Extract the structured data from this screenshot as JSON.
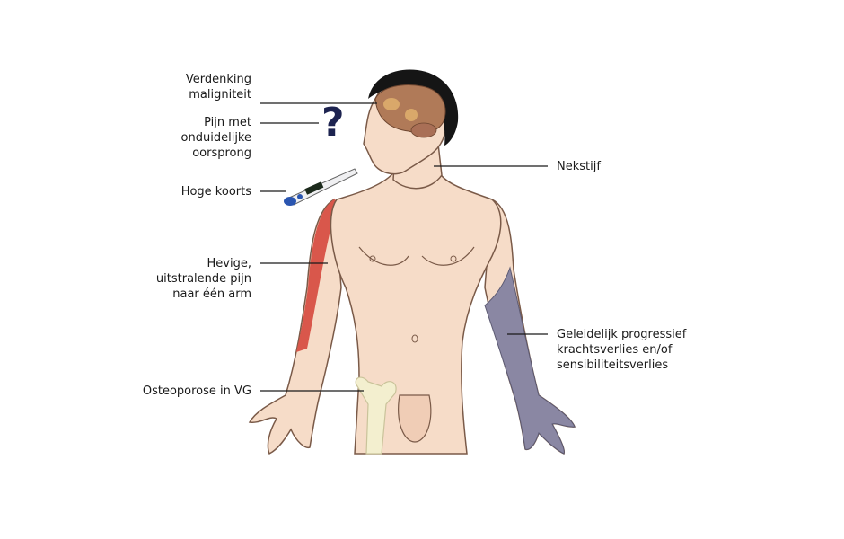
{
  "labels": {
    "malignancy": "Verdenking\nmaligniteit",
    "unclear_pain": "Pijn met\nonduidelijke\noorsprong",
    "fever": "Hoge koorts",
    "radiating_pain": "Hevige,\nuitstralende pijn\nnaar één arm",
    "osteoporosis": "Osteoporose in VG",
    "stiff_neck": "Nekstijf",
    "progressive_loss": "Geleidelijk progressief\nkrachtsverlies en/of\nsensibiliteitsverlies"
  },
  "question_mark": "?",
  "colors": {
    "skin": "#f6dcc8",
    "outline": "#7a5a48",
    "pain_arm": "#d9574b",
    "loss_arm": "#8a87a3",
    "bone": "#f3efcf",
    "hair": "#151515",
    "brain": "#b07a58",
    "question": "#1d2350"
  }
}
